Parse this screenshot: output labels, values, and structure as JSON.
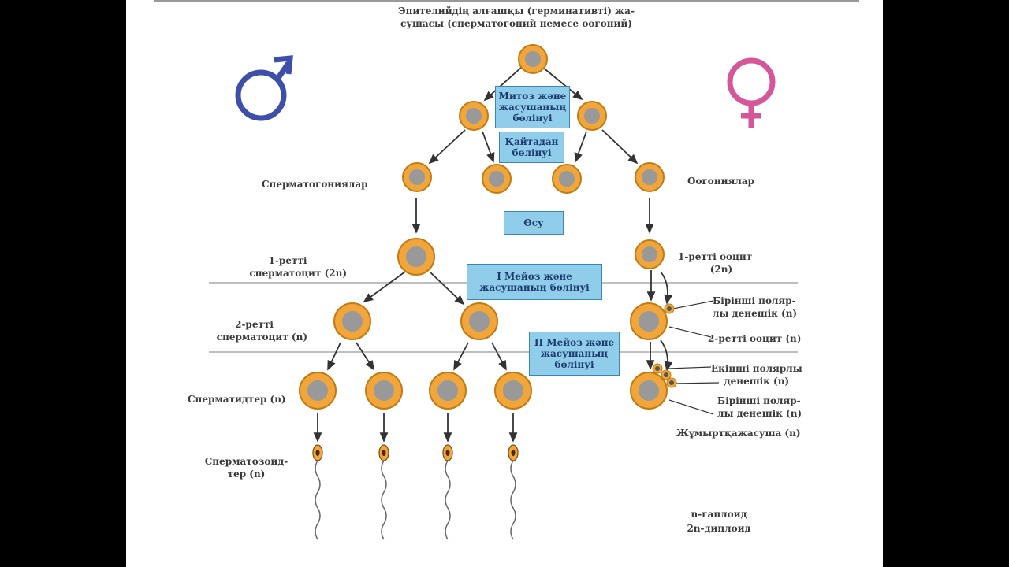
{
  "title": {
    "line1": "Эпителийдің алғашқы (герминативті) жа-",
    "line2": "сушасы (сперматогоний немесе оогоний)"
  },
  "symbols": {
    "male": {
      "icon": "male-symbol-icon",
      "color": "#3d4fa8"
    },
    "female": {
      "icon": "female-symbol-icon",
      "color": "#d6569a"
    }
  },
  "boxes": {
    "mitosis": [
      "Митоз және",
      "жасушаның",
      "бөлінуі"
    ],
    "repeat_division": [
      "Қайтадан",
      "бөлінуі"
    ],
    "growth": [
      "Өсу"
    ],
    "meiosis1": [
      "I Мейоз және",
      "жасушаның бөлінуі"
    ],
    "meiosis2": [
      "II Мейоз және",
      "жасушаның",
      "бөлінуі"
    ]
  },
  "labels": {
    "spermatogonia": "Сперматогониялар",
    "oogonia": "Оогониялар",
    "primary_spermatocyte": [
      "1-ретті",
      "сперматоцит (2n)"
    ],
    "primary_oocyte": [
      "1-ретті ооцит",
      "(2n)"
    ],
    "secondary_spermatocyte": [
      "2-ретті",
      "сперматоцит (n)"
    ],
    "first_polar_body": [
      "Бірінші поляр-",
      "лы денешік (n)"
    ],
    "secondary_oocyte": "2-ретті ооцит (n)",
    "second_polar_body": [
      "Екінші полярлы",
      "денешік (n)"
    ],
    "first_polar_body_2": [
      "Бірінші поляр-",
      "лы денешік (n)"
    ],
    "egg_cell": "Жұмыртқажасуша (n)",
    "spermatids": "Сперматидтер (n)",
    "spermatozoa": [
      "Сперматозоид-",
      "тер (n)"
    ],
    "legend_haploid": "n-гаплоид",
    "legend_diploid": "2n-диплоид"
  },
  "colors": {
    "cell_fill": "#f0a63a",
    "cell_border": "#c47a12",
    "nucleus": "#999999",
    "box_fill": "#8fcdea",
    "arrow": "#333333"
  }
}
